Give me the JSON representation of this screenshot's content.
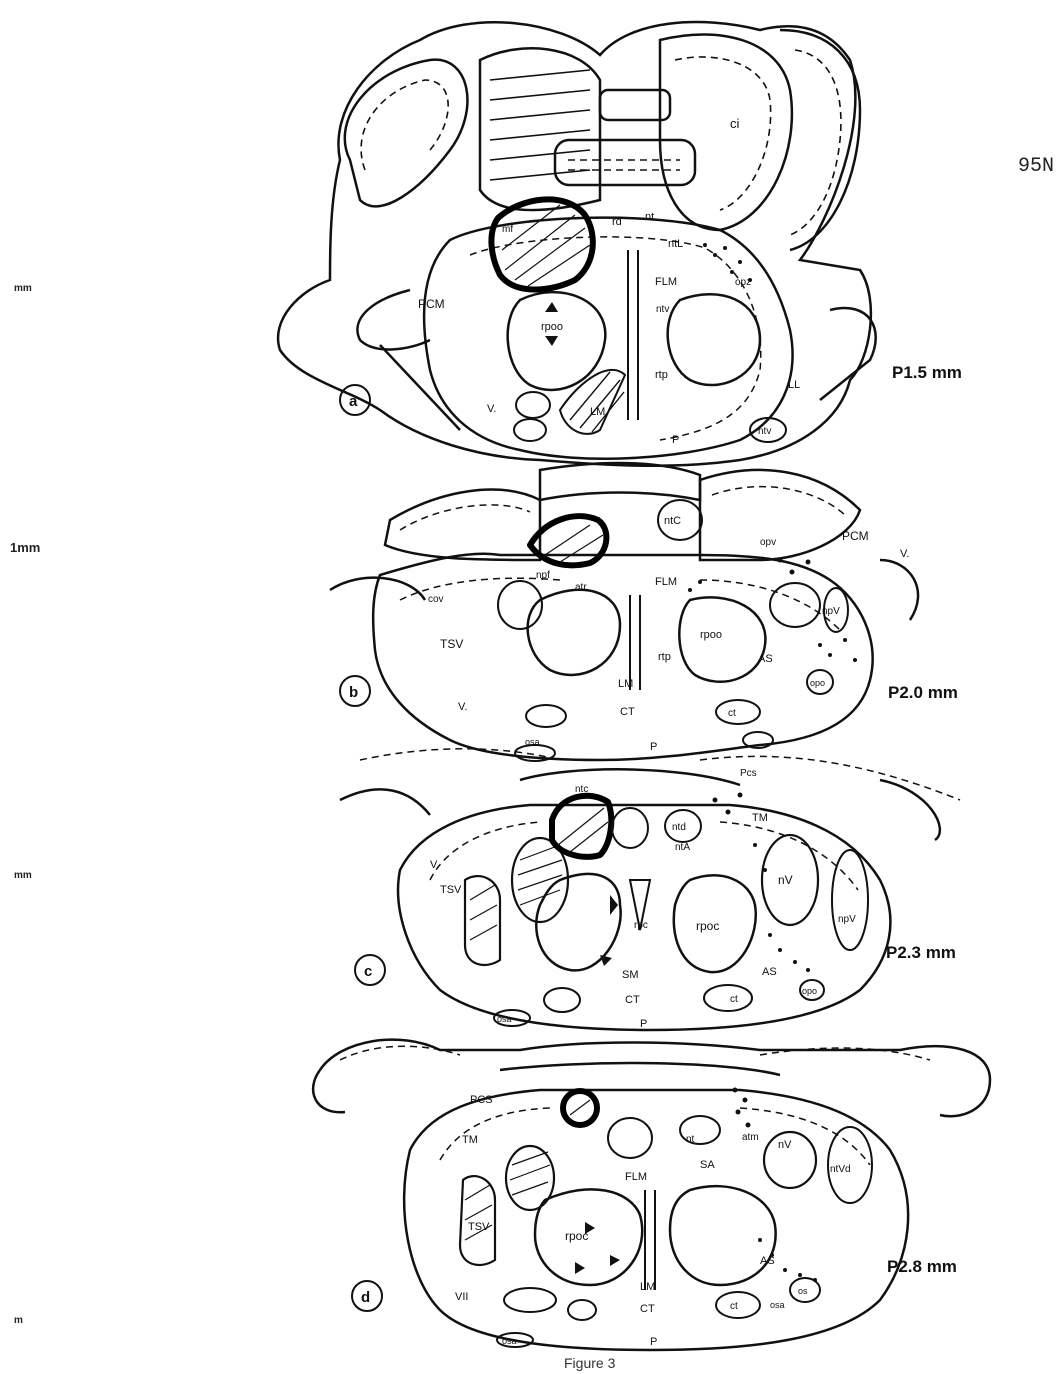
{
  "doc_code": "95N",
  "caption": "Figure 3",
  "margin_marks": [
    "mm",
    "1mm",
    "mm",
    "m"
  ],
  "sections": [
    {
      "letter": "a",
      "position_label": "P1.5 mm",
      "region_labels": [
        "ci",
        "rd",
        "nt",
        "ntL",
        "FLM",
        "PCM",
        "rpoo",
        "ntv",
        "rtp",
        "LL",
        "V.",
        "LM",
        "P",
        "ntv",
        "mf",
        "opz"
      ]
    },
    {
      "letter": "b",
      "position_label": "P2.0 mm",
      "region_labels": [
        "ntC",
        "npf",
        "FLM",
        "PCM",
        "V.",
        "cov",
        "atr",
        "TSV",
        "rpoo",
        "rtp",
        "AS",
        "LM",
        "CT",
        "ct",
        "opo",
        "V.",
        "osa",
        "P",
        "opv",
        "npV"
      ]
    },
    {
      "letter": "c",
      "position_label": "P2.3 mm",
      "region_labels": [
        "ntc",
        "ntd",
        "ntA",
        "TM",
        "nV",
        "V.",
        "TSV",
        "rpoc",
        "npV",
        "rpc",
        "SM",
        "AS",
        "CT",
        "ct",
        "opo",
        "osa",
        "P",
        "Pcs"
      ]
    },
    {
      "letter": "d",
      "position_label": "P2.8 mm",
      "region_labels": [
        "PCS",
        "TM",
        "nt",
        "atm",
        "nV",
        "ntVd",
        "SA",
        "FLM",
        "TSV",
        "rpoc",
        "AS",
        "LM",
        "CT",
        "ct",
        "osa",
        "VII",
        "osa",
        "P",
        "os"
      ]
    }
  ]
}
